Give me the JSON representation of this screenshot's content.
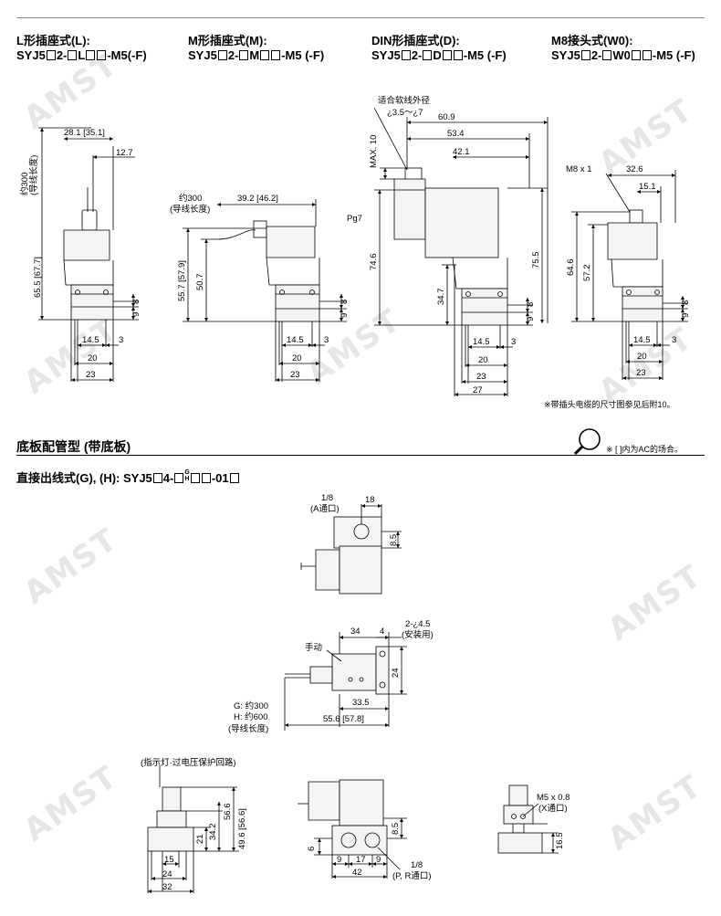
{
  "headers": [
    {
      "line1": "L形插座式(L):",
      "line2a": "SYJ5",
      "line2b": "2-",
      "line2c": "L",
      "line2d": "-M5(-F)"
    },
    {
      "line1": "M形插座式(M):",
      "line2a": "SYJ5",
      "line2b": "2-",
      "line2c": "M",
      "line2d": "-M5 (-F)"
    },
    {
      "line1": "DIN形插座式(D):",
      "line2a": "SYJ5",
      "line2b": "2-",
      "line2c": "D",
      "line2d": "-M5 (-F)"
    },
    {
      "line1": "M8接头式(W0):",
      "line2a": "SYJ5",
      "line2b": "2-",
      "line2c": "W0",
      "line2d": "-M5 (-F)"
    }
  ],
  "notes": {
    "cable_note": "※带插头电缆的尺寸图参见后附10。",
    "ac_note": "※ [ ]内为AC的场合。"
  },
  "section": {
    "title": "底板配管型 (带底板)",
    "subtitle_a": "直接出线式(G), (H): SYJ5",
    "subtitle_b": "4-",
    "subtitle_g": "G",
    "subtitle_h": "H",
    "subtitle_c": "-01"
  },
  "dims_L": {
    "len": "约300",
    "len2": "(导线长度)",
    "d1": "28.1 [35.1]",
    "d2": "12.7",
    "h": "65.5 [67.7]",
    "a": "8",
    "b": "9",
    "w1": "14.5",
    "w2": "3",
    "w3": "20",
    "w4": "23"
  },
  "dims_M": {
    "len": "约300",
    "len2": "(导线长度)",
    "d1": "39.2 [46.2]",
    "h1": "55.7 [57.9]",
    "h2": "50.7",
    "a": "8",
    "b": "9",
    "w1": "14.5",
    "w2": "3",
    "w3": "20",
    "w4": "23"
  },
  "dims_D": {
    "cable": "适合软线外径",
    "cable2": "¿3.5～¿7",
    "d1": "60.9",
    "d2": "53.4",
    "d3": "42.1",
    "max": "MAX. 10",
    "pg": "Pg7",
    "h1": "74.6",
    "h2": "34.7",
    "h3": "75.5",
    "a": "8",
    "b": "9",
    "w1": "14.5",
    "w2": "3",
    "w3": "20",
    "w4": "23",
    "w5": "27"
  },
  "dims_W": {
    "conn": "M8 x 1",
    "d1": "32.6",
    "d2": "15.1",
    "h1": "64.6",
    "h2": "57.2",
    "a": "8",
    "b": "9",
    "w1": "14.5",
    "w2": "3",
    "w3": "20",
    "w4": "23"
  },
  "dims_base_top": {
    "port": "1/8",
    "port2": "(A通口)",
    "d1": "18",
    "d2": "8.5"
  },
  "dims_base_mid": {
    "d1": "34",
    "d2": "4",
    "hole": "2-¿4.5",
    "hole2": "(安装用)",
    "manual": "手动",
    "d3": "24",
    "d4": "33.5",
    "g": "G: 约300",
    "h": "H: 约600",
    "len2": "(导线长度)",
    "d5": "55.6 [57.8]"
  },
  "dims_base_bl": {
    "lamp": "(指示灯·过电压保护回路)",
    "h1": "56.6",
    "h2": "34.2",
    "h3": "49.6 [56.6]",
    "h4": "21",
    "w1": "15",
    "w2": "24",
    "w3": "32"
  },
  "dims_base_bc": {
    "d1": "8.5",
    "d2": "6",
    "d3": "9",
    "d4": "17",
    "d5": "9",
    "d6": "42",
    "port": "1/8",
    "port2": "(P, R通口)"
  },
  "dims_base_br": {
    "port": "M5 x 0.8",
    "port2": "(X通口)",
    "d1": "16.5"
  },
  "watermark": "AMST"
}
